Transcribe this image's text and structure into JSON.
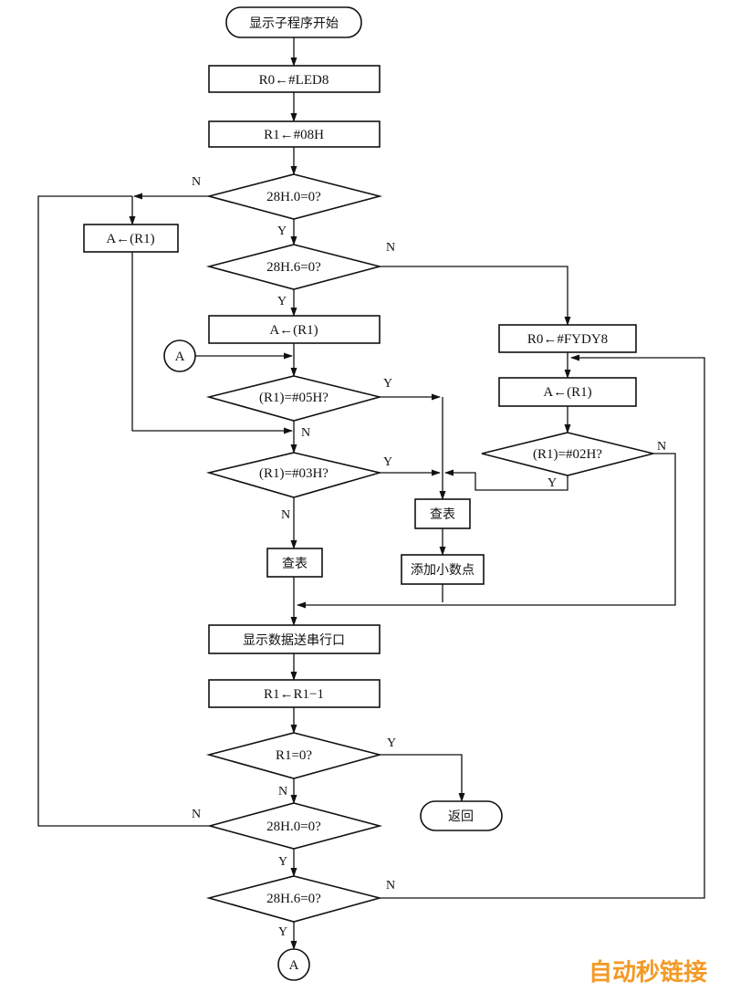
{
  "nodes": {
    "start": "显示子程序开始",
    "r0_led8": "R0←#LED8",
    "r1_08h": "R1←#08H",
    "d_28h0_a": "28H.0=0?",
    "a_r1_left": "A←(R1)",
    "d_28h6_a": "28H.6=0?",
    "a_r1_mid": "A←(R1)",
    "r0_fydy8": "R0←#FYDY8",
    "a_r1_right": "A←(R1)",
    "d_05h": "(R1)=#05H?",
    "d_03h": "(R1)=#03H?",
    "d_02h": "(R1)=#02H?",
    "lookup_mid": "查表",
    "lookup_left": "查表",
    "add_dot": "添加小数点",
    "send": "显示数据送串行口",
    "dec": "R1←R1−1",
    "d_r1_0": "R1=0?",
    "ret": "返回",
    "d_28h0_b": "28H.0=0?",
    "d_28h6_b": "28H.6=0?",
    "conn_a_top": "A",
    "conn_a_bottom": "A"
  },
  "labels": {
    "y": "Y",
    "n": "N"
  },
  "watermark": "自动秒链接"
}
